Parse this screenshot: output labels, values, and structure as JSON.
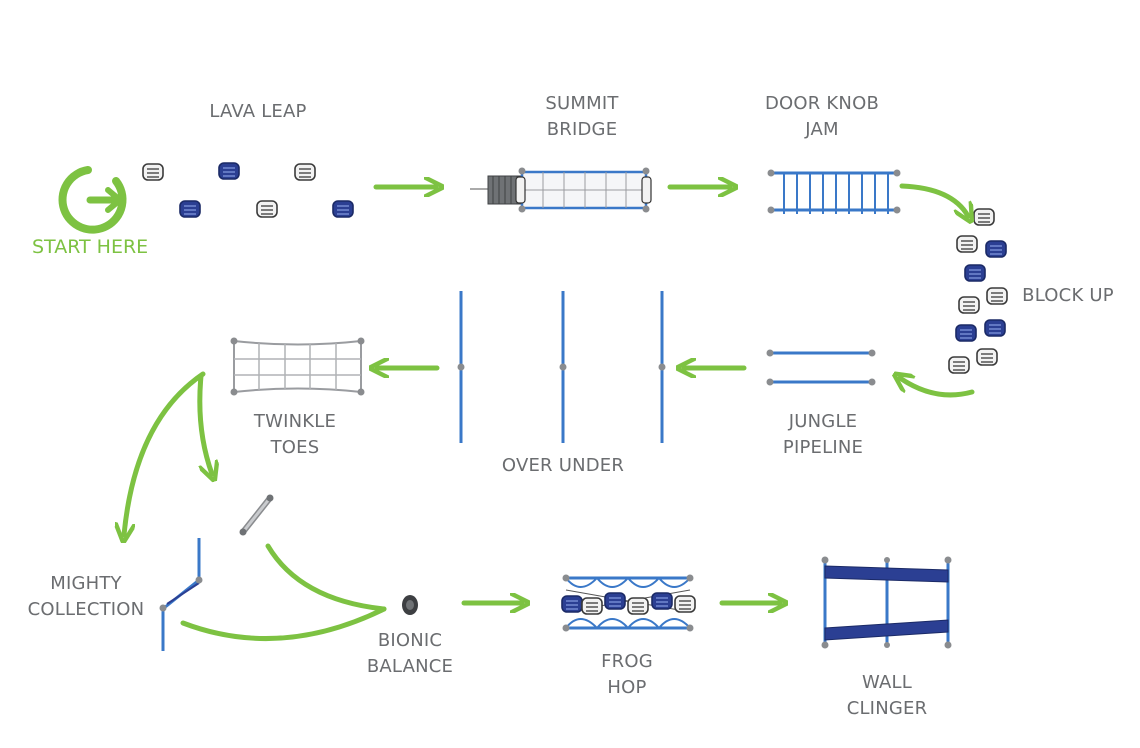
{
  "start_label": "START HERE",
  "stations": {
    "lava_leap": [
      "LAVA LEAP"
    ],
    "summit_bridge": [
      "SUMMIT",
      "BRIDGE"
    ],
    "door_knob_jam": [
      "DOOR KNOB",
      "JAM"
    ],
    "block_up": [
      "BLOCK UP"
    ],
    "jungle_pipeline": [
      "JUNGLE",
      "PIPELINE"
    ],
    "over_under": [
      "OVER UNDER"
    ],
    "twinkle_toes": [
      "TWINKLE",
      "TOES"
    ],
    "mighty_collection": [
      "MIGHTY",
      "COLLECTION"
    ],
    "bionic_balance": [
      "BIONIC",
      "BALANCE"
    ],
    "frog_hop": [
      "FROG",
      "HOP"
    ],
    "wall_clinger": [
      "WALL",
      "CLINGER"
    ]
  },
  "colors": {
    "arrow": "#7dc242",
    "label": "#6b6d70",
    "blue": "#3a78c8",
    "navy": "#283e8a",
    "grey": "#8a8c8f"
  }
}
